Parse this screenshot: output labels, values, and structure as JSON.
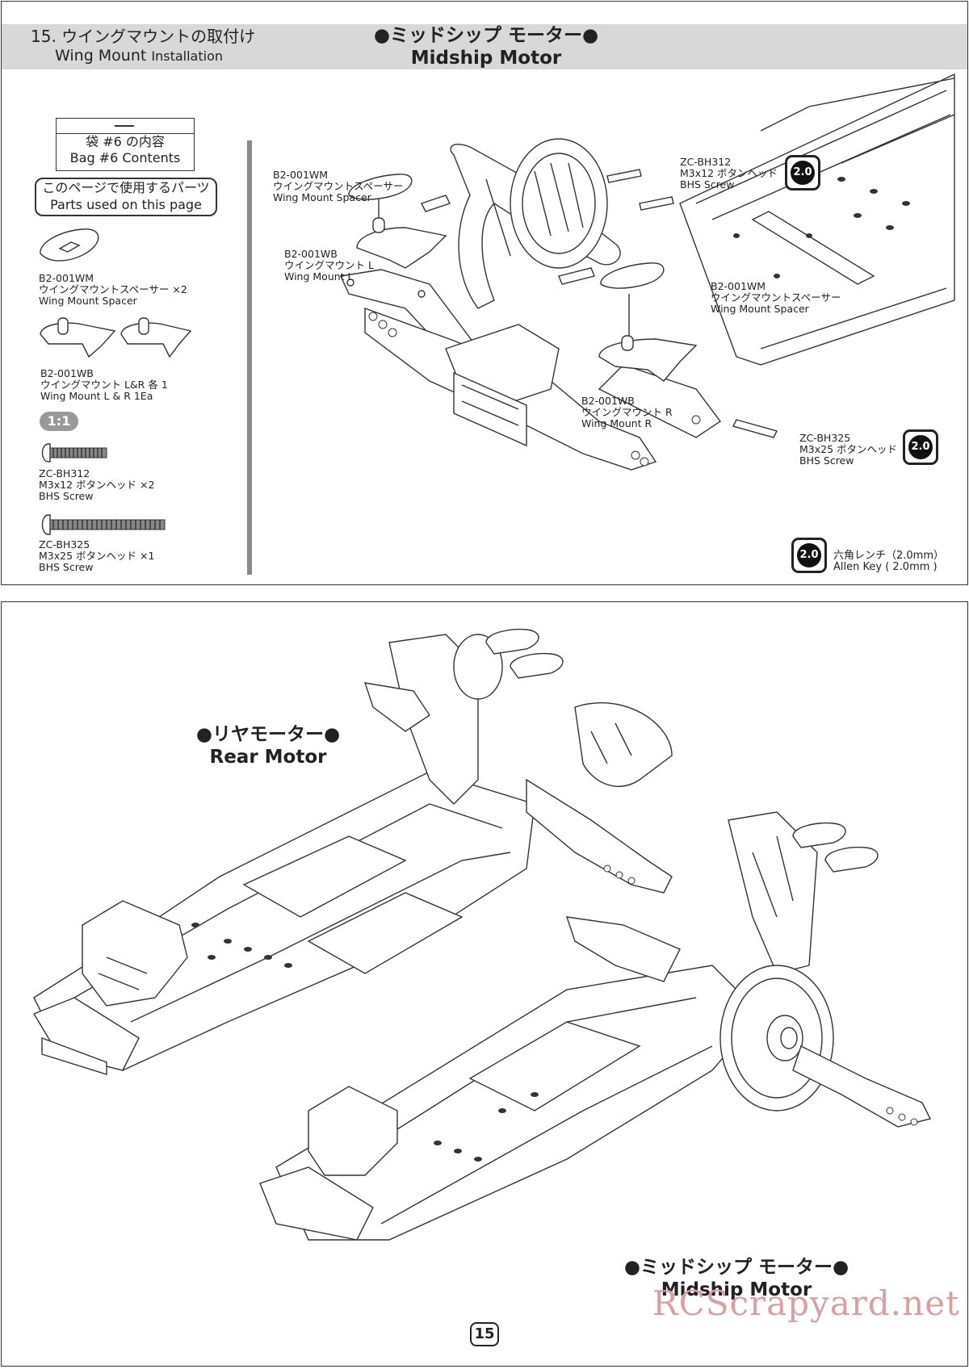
{
  "header": {
    "step_jp": "15. ウイングマウントの取付け",
    "step_en_main": "Wing Mount",
    "step_en_sub": "Installation",
    "center_jp": "●ミッドシップ モーター●",
    "center_en": "Midship Motor"
  },
  "bag": {
    "jp": "袋 #6 の内容",
    "en": "Bag #6 Contents"
  },
  "parts_used": {
    "jp": "このページで使用するパーツ",
    "en": "Parts used on this page"
  },
  "parts_list": [
    {
      "code": "B2-001WM",
      "jp": "ウイングマウントスペーサー ×2",
      "en": "Wing Mount Spacer"
    },
    {
      "code": "B2-001WB",
      "jp": "ウイングマウント L&R 各 1",
      "en": "Wing Mount L & R 1Ea"
    },
    {
      "code": "ZC-BH312",
      "jp": "M3x12 ボタンヘッド ×2",
      "en": "BHS Screw"
    },
    {
      "code": "ZC-BH325",
      "jp": "M3x25 ボタンヘッド ×1",
      "en": "BHS Screw"
    }
  ],
  "scale": "1:1",
  "callouts": {
    "spacer_top": {
      "code": "B2-001WM",
      "jp": "ウイングマウントスペーサー",
      "en": "Wing Mount Spacer"
    },
    "mount_l": {
      "code": "B2-001WB",
      "jp": "ウイングマウント L",
      "en": "Wing Mount L"
    },
    "screw_312": {
      "code": "ZC-BH312",
      "jp": "M3x12 ボタンヘッド",
      "en": "BHS Screw"
    },
    "spacer_right": {
      "code": "B2-001WM",
      "jp": "ウイングマウントスペーサー",
      "en": "Wing Mount Spacer"
    },
    "mount_r": {
      "code": "B2-001WB",
      "jp": "ウイングマウント R",
      "en": "Wing Mount R"
    },
    "screw_325": {
      "code": "ZC-BH325",
      "jp": "M3x25 ボタンヘッド",
      "en": "BHS Screw"
    }
  },
  "tool": {
    "size": "2.0",
    "jp": "六角レンチ（2.0mm）",
    "en": "Allen Key ( 2.0mm )"
  },
  "bottom": {
    "rear_jp": "●リヤモーター●",
    "rear_en": "Rear Motor",
    "mid_jp": "●ミッドシップ モーター●",
    "mid_en": "Midship Motor"
  },
  "page_number": "15",
  "watermark": "RCScrapyard.net"
}
